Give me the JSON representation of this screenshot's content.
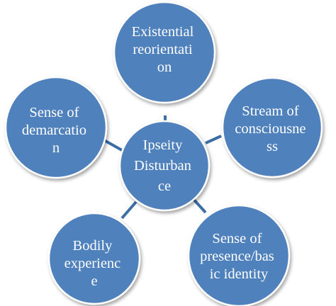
{
  "diagram": {
    "center": {
      "lines": [
        "Ipseity",
        "Disturban",
        "ce"
      ]
    },
    "nodes": [
      {
        "lines": [
          "Existential",
          "reorientati",
          "on"
        ]
      },
      {
        "lines": [
          "Stream of",
          "consciousne",
          "ss"
        ]
      },
      {
        "lines": [
          "Sense of",
          "presence/bas",
          "ic identity"
        ]
      },
      {
        "lines": [
          "Bodily",
          "experienc",
          "e"
        ]
      },
      {
        "lines": [
          "Sense of",
          "demarcatio",
          "n"
        ]
      }
    ]
  },
  "colors": {
    "node_fill": "#4f81bd",
    "node_stroke": "#ffffff",
    "connector": "#3a6ea5",
    "text": "#ffffff"
  }
}
